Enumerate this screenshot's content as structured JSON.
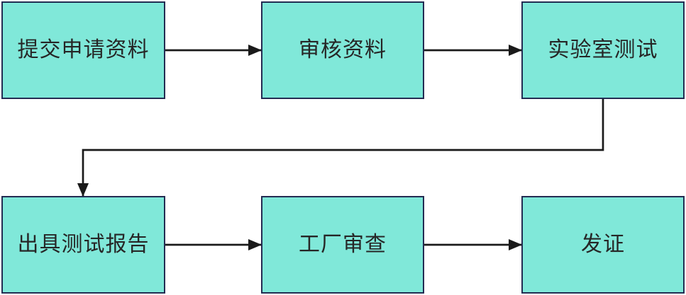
{
  "diagram": {
    "type": "flowchart",
    "nodes": [
      {
        "id": "submit-application",
        "label": "提交申请资料"
      },
      {
        "id": "review-materials",
        "label": "审核资料"
      },
      {
        "id": "laboratory-testing",
        "label": "实验室测试"
      },
      {
        "id": "issue-test-report",
        "label": "出具测试报告"
      },
      {
        "id": "factory-audit",
        "label": "工厂审查"
      },
      {
        "id": "issue-certificate",
        "label": "发证"
      }
    ],
    "edges": [
      {
        "from": "submit-application",
        "to": "review-materials",
        "style": "straight-right"
      },
      {
        "from": "review-materials",
        "to": "laboratory-testing",
        "style": "straight-right"
      },
      {
        "from": "laboratory-testing",
        "to": "issue-test-report",
        "style": "elbow-down-left-down"
      },
      {
        "from": "issue-test-report",
        "to": "factory-audit",
        "style": "straight-right"
      },
      {
        "from": "factory-audit",
        "to": "issue-certificate",
        "style": "straight-right"
      }
    ],
    "colors": {
      "node_fill": "#80e8d9",
      "node_border": "#232c52",
      "arrow": "#1a1a1a",
      "text": "#262626",
      "background": "#ffffff"
    }
  }
}
